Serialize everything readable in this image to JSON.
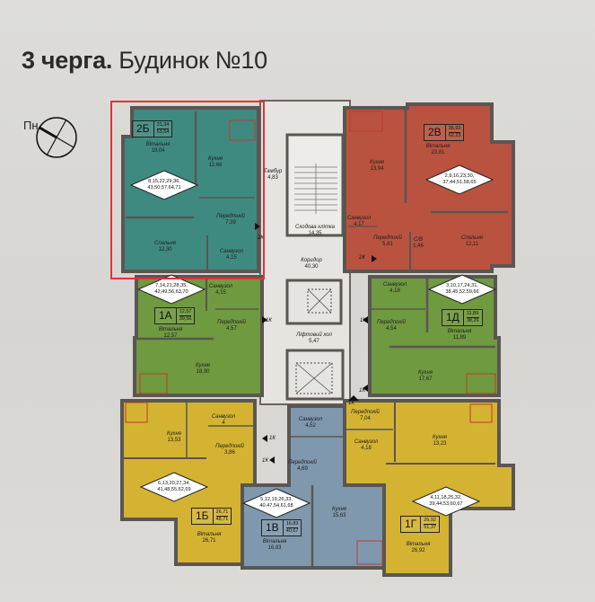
{
  "header": {
    "title_bold": "3 черга.",
    "title_rest": " Будинок №10"
  },
  "compass": {
    "label": "Пн",
    "icon": "north-compass-icon"
  },
  "colors": {
    "teal": "#3f8a80",
    "terracotta": "#b9533f",
    "green": "#6f9a3f",
    "yellow": "#d4b332",
    "blue_grey": "#7f98ad",
    "wall": "#5a5652",
    "highlight": "#e0323a",
    "background": "#d8d7d4"
  },
  "apartments": [
    {
      "id": "2B_ua",
      "code": "2Б",
      "living_area": "31,34",
      "total_area": "53,54",
      "floors": "8,15,22,29,36,\n43,50,57,64,71",
      "color": "teal",
      "highlighted": true,
      "rooms": [
        {
          "name": "Вітальня",
          "area": "19,04"
        },
        {
          "name": "Кухня",
          "area": "12,66"
        },
        {
          "name": "Передпокій",
          "area": "7,39"
        },
        {
          "name": "Спальня",
          "area": "12,30"
        },
        {
          "name": "Санвузол",
          "area": "4,15"
        }
      ]
    },
    {
      "id": "2V",
      "code": "2В",
      "living_area": "35,92",
      "total_area": "62,23",
      "floors": "2,9,16,23,30,\n37,44,51,58,65",
      "color": "terracotta",
      "rooms": [
        {
          "name": "Кухня",
          "area": "13,94"
        },
        {
          "name": "Вітальня",
          "area": "23,81"
        },
        {
          "name": "Санвузол",
          "area": "4,17"
        },
        {
          "name": "Передпокій",
          "area": "5,81"
        },
        {
          "name": "С/В",
          "area": "1,46"
        },
        {
          "name": "Спальня",
          "area": "12,11"
        }
      ]
    },
    {
      "id": "1A",
      "code": "1А",
      "living_area": "12,57",
      "total_area": "39,56",
      "floors": "7,14,21,28,35,\n42,49,56,63,70",
      "color": "green",
      "rooms": [
        {
          "name": "Санвузол",
          "area": "4,15"
        },
        {
          "name": "Вітальня",
          "area": "12,57"
        },
        {
          "name": "Передпокій",
          "area": "4,57"
        },
        {
          "name": "Кухня",
          "area": "18,30"
        }
      ]
    },
    {
      "id": "1D",
      "code": "1Д",
      "living_area": "11,89",
      "total_area": "38,26",
      "floors": "3,10,17,24,31,\n38,45,52,59,66",
      "color": "green",
      "rooms": [
        {
          "name": "Санвузол",
          "area": "4,18"
        },
        {
          "name": "Передпокій",
          "area": "4,54"
        },
        {
          "name": "Вітальня",
          "area": "11,89"
        },
        {
          "name": "Кухня",
          "area": "17,67"
        }
      ]
    },
    {
      "id": "1B_ua",
      "code": "1Б",
      "living_area": "26,71",
      "total_area": "48,71",
      "floors": "6,13,20,27,34,\n41,48,55,62,69",
      "color": "yellow",
      "rooms": [
        {
          "name": "Кухня",
          "area": "13,53"
        },
        {
          "name": "Санвузол",
          "area": "4"
        },
        {
          "name": "Передпокій",
          "area": "3,86"
        },
        {
          "name": "Вітальня",
          "area": "26,71"
        }
      ]
    },
    {
      "id": "1V",
      "code": "1В",
      "living_area": "16,83",
      "total_area": "40,67",
      "floors": "5,12,19,26,33,\n40,47,54,61,68",
      "color": "blue_grey",
      "rooms": [
        {
          "name": "Санвузол",
          "area": "4,52"
        },
        {
          "name": "Передпокій",
          "area": "4,69"
        },
        {
          "name": "Кухня",
          "area": "15,63"
        },
        {
          "name": "Вітальня",
          "area": "16,83"
        }
      ]
    },
    {
      "id": "1G",
      "code": "1Г",
      "living_area": "26,92",
      "total_area": "51,37",
      "floors": "4,11,18,25,32,\n39,44,53,60,67",
      "color": "yellow",
      "rooms": [
        {
          "name": "Передпокій",
          "area": "7,04"
        },
        {
          "name": "Санвузол",
          "area": "4,18"
        },
        {
          "name": "Кухня",
          "area": "13,23"
        },
        {
          "name": "Вітальня",
          "area": "26,92"
        }
      ]
    }
  ],
  "common_areas": [
    {
      "name": "Тамбур",
      "area": "4,83"
    },
    {
      "name": "Сходова клітка",
      "area": "14,35"
    },
    {
      "name": "Коридор",
      "area": "40,30"
    },
    {
      "name": "Ліфтовий хол",
      "area": "5,47"
    }
  ],
  "door_tags": [
    "2К",
    "2К",
    "1К",
    "1К",
    "1К",
    "1К",
    "1К",
    "1К"
  ]
}
